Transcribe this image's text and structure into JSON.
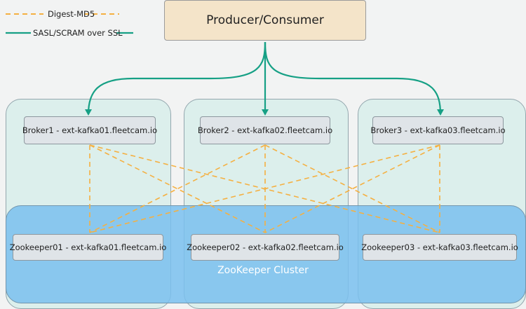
{
  "legend": {
    "digest": {
      "label": "Digest-MD5",
      "color": "#f5b041"
    },
    "sasl": {
      "label": "SASL/SCRAM over SSL",
      "color": "#16a085"
    }
  },
  "client": {
    "label": "Producer/Consumer"
  },
  "brokers": [
    {
      "label": "Broker1 - ext-kafka01.fleetcam.io"
    },
    {
      "label": "Broker2 - ext-kafka02.fleetcam.io"
    },
    {
      "label": "Broker3 - ext-kafka03.fleetcam.io"
    }
  ],
  "zookeepers": [
    {
      "label": "Zookeeper01 - ext-kafka01.fleetcam.io"
    },
    {
      "label": "Zookeeper02 - ext-kafka02.fleetcam.io"
    },
    {
      "label": "Zookeeper03 - ext-kafka03.fleetcam.io"
    }
  ],
  "cluster": {
    "label": "ZooKeeper Cluster"
  }
}
